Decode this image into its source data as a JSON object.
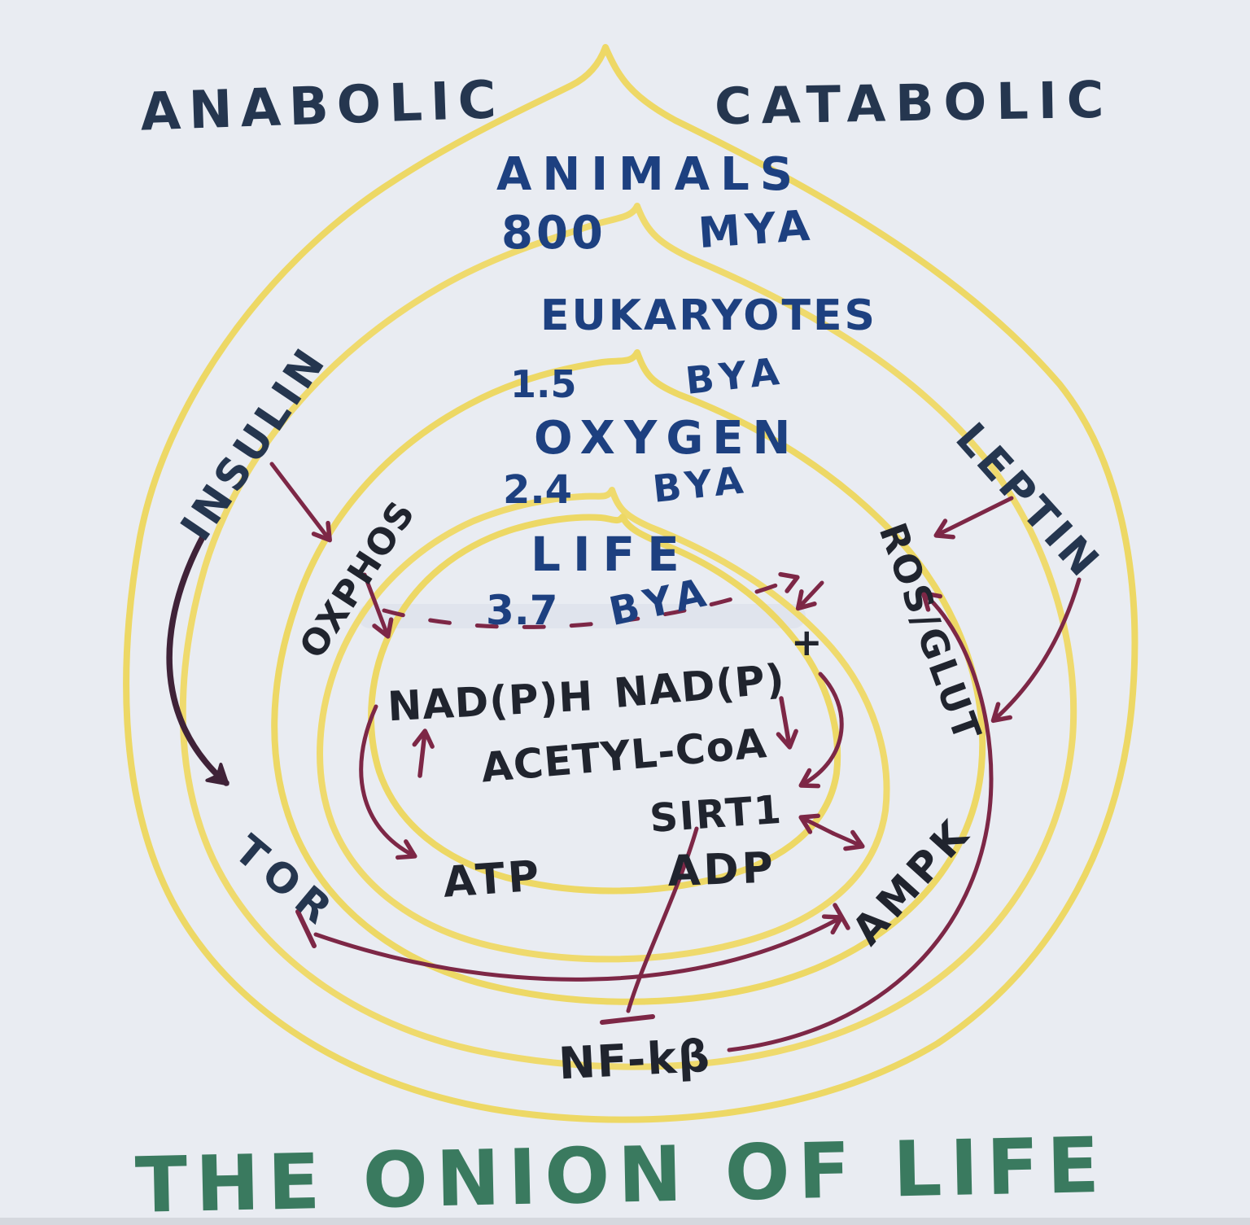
{
  "board": {
    "title": "THE ONION OF LIFE",
    "mode_labels": {
      "left": "ANABOLIC",
      "right": "CATABOLIC"
    }
  },
  "layers": [
    {
      "name": "ANIMALS",
      "age": "800",
      "unit": "MYA"
    },
    {
      "name": "EUKARYOTES",
      "age": "1.5",
      "unit": "BYA"
    },
    {
      "name": "OXYGEN",
      "age": "2.4",
      "unit": "BYA"
    },
    {
      "name": "LIFE",
      "age": "3.7",
      "unit": "BYA"
    }
  ],
  "nodes": {
    "insulin": "INSULIN",
    "leptin": "LEPTIN",
    "oxphos": "OXPHOS",
    "ros_glut": "ROS/GLUT",
    "tor": "TOR",
    "ampk": "AMPK",
    "nadph": "NAD(P)H",
    "nadp_base": "NAD(P)",
    "nadp_sup": "+",
    "acetyl_coa": "ACETYL-CoA",
    "sirt1": "SIRT1",
    "atp": "ATP",
    "adp": "ADP",
    "nfkb": "NF-kβ"
  },
  "relations": [
    {
      "from": "INSULIN",
      "to": "OXPHOS",
      "type": "arrow"
    },
    {
      "from": "INSULIN",
      "to": "TOR",
      "type": "arrow"
    },
    {
      "from": "OXPHOS",
      "to": "NAD(P)H",
      "type": "arrow"
    },
    {
      "from": "OXPHOS",
      "to": "ATP",
      "type": "arrow"
    },
    {
      "from": "ACETYL-CoA",
      "to": "NAD(P)H",
      "type": "up-arrow"
    },
    {
      "from": "NAD(P)+",
      "to": "SIRT1",
      "type": "down-arrow"
    },
    {
      "from": "NAD(P)+",
      "to": "SIRT1",
      "type": "curved-arrow"
    },
    {
      "from": "NAD(P)H",
      "to": "ROS/GLUT",
      "type": "dashed-double-arrow"
    },
    {
      "from": "LEPTIN",
      "to": "ROS/GLUT",
      "type": "arrow"
    },
    {
      "from": "LEPTIN",
      "to": "AMPK",
      "type": "arrow"
    },
    {
      "from": "SIRT1",
      "to": "AMPK",
      "type": "double-arrow"
    },
    {
      "from": "SIRT1",
      "to": "NF-kβ",
      "type": "inhibits"
    },
    {
      "from": "AMPK",
      "to": "TOR",
      "type": "inhibits"
    },
    {
      "from": "NF-kβ",
      "to": "ROS/GLUT",
      "type": "arrow"
    }
  ],
  "colors": {
    "background": "#e9ecf2",
    "onion_ring": "#eed75e",
    "blue_text": "#1d4080",
    "navy_text": "#25364f",
    "black_text": "#20242e",
    "arrow_red": "#7d2746",
    "arrow_dark": "#3f2238",
    "title_green": "#3a7a5f"
  }
}
